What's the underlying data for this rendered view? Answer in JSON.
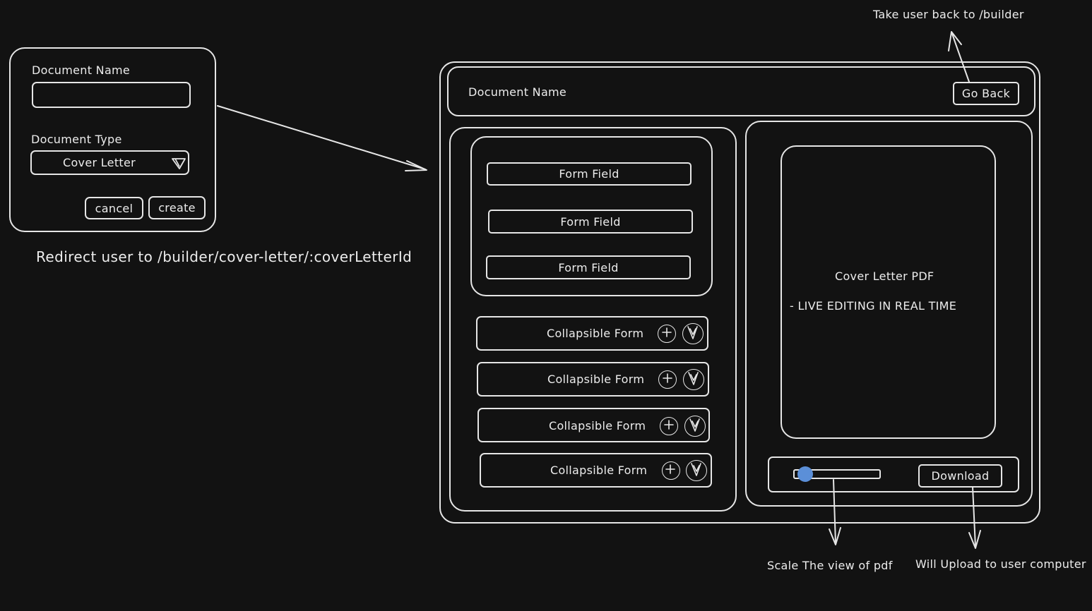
{
  "dialog": {
    "name_label": "Document Name",
    "name_value": "",
    "type_label": "Document Type",
    "type_value": "Cover Letter",
    "cancel_label": "cancel",
    "create_label": "create"
  },
  "redirect_note": "Redirect user to /builder/cover-letter/:coverLetterId",
  "builder": {
    "header_title": "Document Name",
    "back_label": "Go Back",
    "back_note": "Take user back to /builder",
    "form_fields": [
      {
        "label": "Form Field"
      },
      {
        "label": "Form Field"
      },
      {
        "label": "Form Field"
      }
    ],
    "collapsible_forms": [
      {
        "label": "Collapsible Form"
      },
      {
        "label": "Collapsible Form"
      },
      {
        "label": "Collapsible Form"
      },
      {
        "label": "Collapsible Form"
      }
    ],
    "preview_title": "Cover Letter PDF",
    "preview_subtitle": "- LIVE EDITING IN REAL TIME",
    "download_label": "Download",
    "scale_value": 0.05,
    "scale_note": "Scale The view of pdf",
    "download_note": "Will Upload to user computer"
  },
  "colors": {
    "background": "#121212",
    "stroke": "#e6e6e6",
    "slider_knob": "#5b8fd8"
  }
}
